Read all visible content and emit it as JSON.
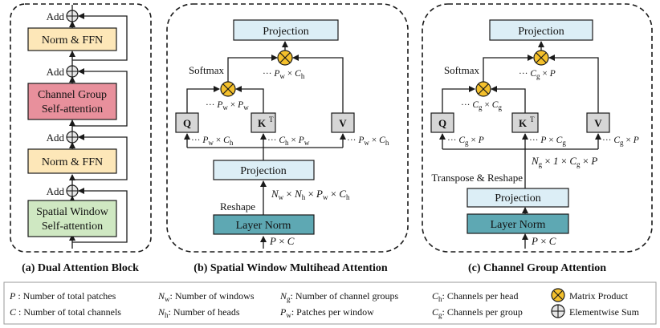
{
  "colors": {
    "norm_ffn": "#fde7b8",
    "channel_attn": "#e8909c",
    "spatial_attn": "#cfe8c2",
    "projection": "#dceef6",
    "layer_norm": "#5ea8b3",
    "qkv_box": "#d6d6d6",
    "matrix_product": "#f5c12c",
    "stroke": "#1a1a1a"
  },
  "panel_a": {
    "caption": "(a) Dual Attention Block",
    "add_label": "Add",
    "norm_ffn": "Norm & FFN",
    "channel_attn_line1": "Channel Group",
    "channel_attn_line2": "Self-attention",
    "spatial_attn_line1": "Spatial Window",
    "spatial_attn_line2": "Self-attention"
  },
  "panel_b": {
    "caption": "(b) Spatial Window Multihead Attention",
    "projection_top": "Projection",
    "softmax": "Softmax",
    "q": "Q",
    "k": "K",
    "k_sup": "T",
    "v": "V",
    "projection_mid": "Projection",
    "reshape": "Reshape",
    "layer_norm": "Layer Norm"
  },
  "panel_c": {
    "caption": "(c) Channel Group Attention",
    "projection_top": "Projection",
    "softmax": "Softmax",
    "q": "Q",
    "k": "K",
    "k_sup": "T",
    "v": "V",
    "transpose_reshape": "Transpose & Reshape",
    "projection_mid": "Projection",
    "layer_norm": "Layer Norm"
  },
  "legend": {
    "p_sym": "P",
    "p_text": " : Number of total patches",
    "c_sym": "C",
    "c_text": " : Number of  total channels",
    "nw_text": ": Number of windows",
    "nh_text": ": Number of heads",
    "ng_text": ": Number of channel groups",
    "pw_text": ": Patches per window",
    "ch_text": ": Channels per head",
    "cg_text": ": Channels per group",
    "matrix_product": "Matrix Product",
    "elementwise_sum": "Elementwise Sum"
  }
}
